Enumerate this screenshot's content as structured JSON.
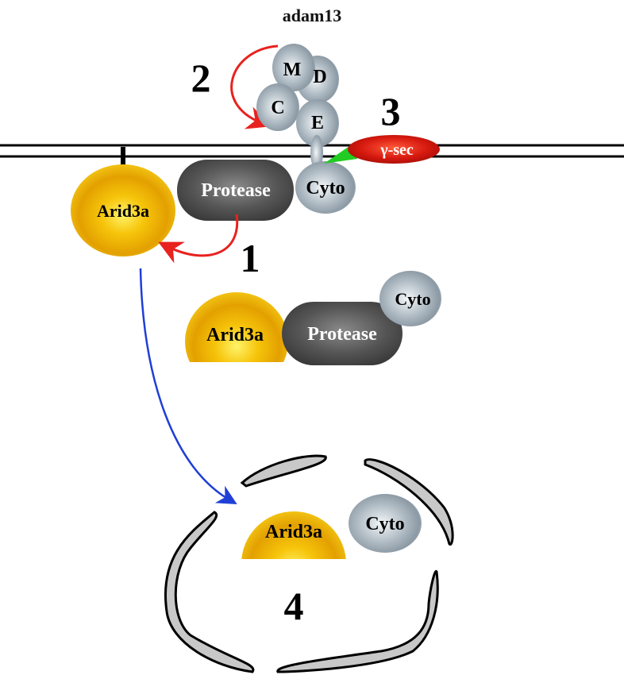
{
  "title": "adam13",
  "steps": [
    "1",
    "2",
    "3",
    "4"
  ],
  "membrane": {
    "adam13_domains": {
      "metalloprotease": "M",
      "disintegrin": "D",
      "cysteine_rich": "C",
      "egf": "E",
      "cytoplasmic": "Cyto"
    },
    "gamma_secretase": "γ-sec",
    "arid3a": "Arid3a",
    "protease": "Protease"
  },
  "complex": {
    "arid3a": "Arid3a",
    "protease": "Protease",
    "cyto": "Cyto"
  },
  "nucleus": {
    "arid3a": "Arid3a",
    "cyto": "Cyto"
  },
  "colors": {
    "cleavage_arrow": "#e8221e",
    "translocation_arrow": "#1f3fd6",
    "gamma_sec_arrow": "#22cc22",
    "gamma_sec": "#d81a10",
    "arid3a_gold": "#f2b705",
    "protease_gray": "#555555",
    "adam_silver": "#b9c3cb",
    "nuclear_envelope": "#c8c8c8"
  }
}
